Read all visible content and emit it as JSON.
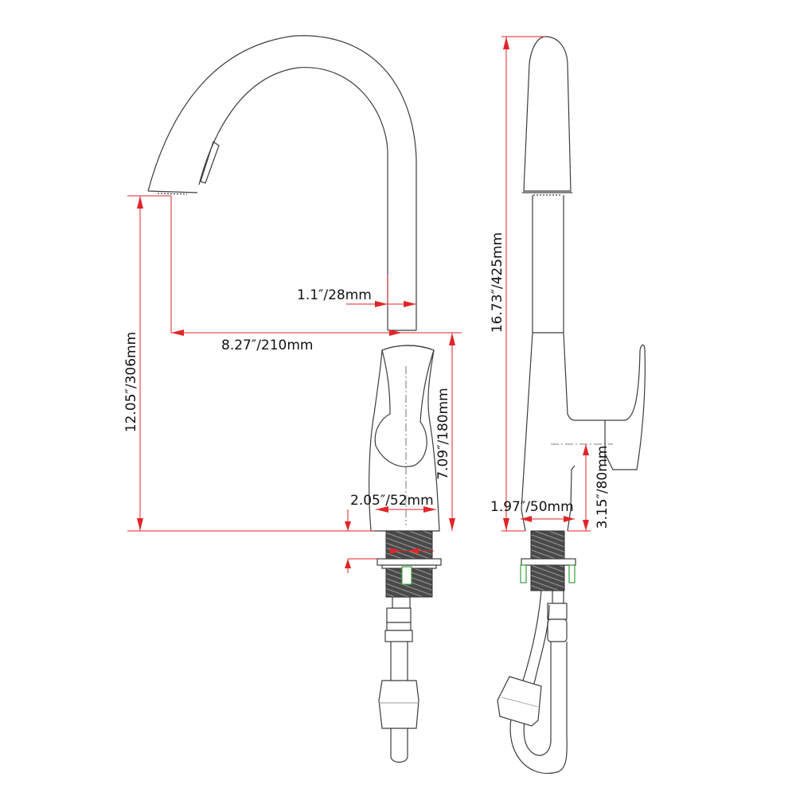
{
  "diagram": {
    "type": "faucet dimension drawing",
    "views": [
      "front",
      "side"
    ],
    "dimension_color": "#e0262a",
    "line_color": "#3c3c3c",
    "front_view": {
      "dims": {
        "spout_height": "12.05″/306mm",
        "spout_reach": "8.27″/210mm",
        "spout_diameter": "1.1″/28mm",
        "body_height": "7.09″/180mm",
        "base_diameter": "2.05″/52mm"
      }
    },
    "side_view": {
      "dims": {
        "total_height": "16.73″/425mm",
        "base_diameter": "1.97″/50mm",
        "handle_height": "3.15″/80mm"
      }
    }
  }
}
